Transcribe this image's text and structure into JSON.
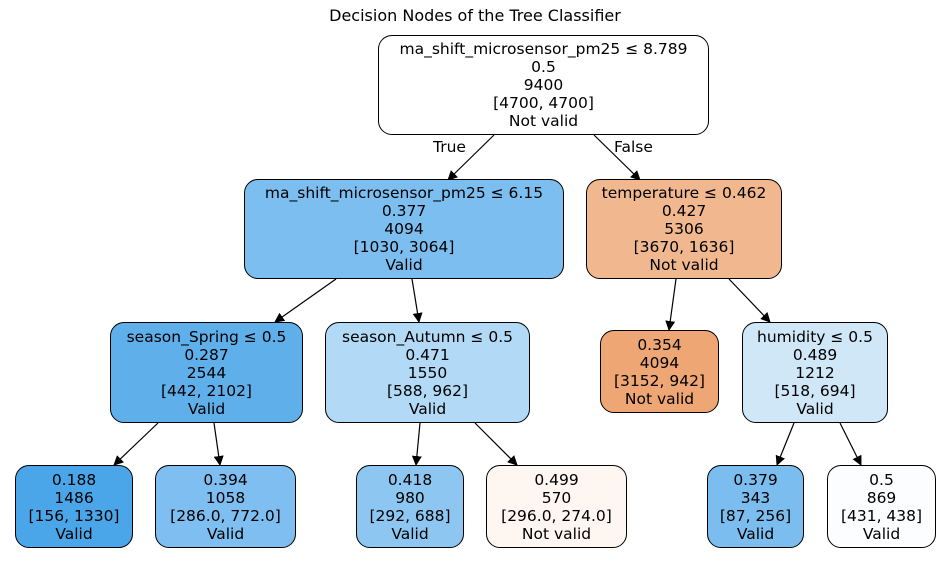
{
  "title": "Decision Nodes of the Tree Classifier",
  "colors": {
    "root": "#ffffff",
    "n1": "#7dbef0",
    "n2": "#f1b890",
    "n3": "#5eafea",
    "n4": "#b2d9f5",
    "n5": "#eda674",
    "n6": "#d0e7f8",
    "n7": "#4aa6e8",
    "n8": "#7fbef0",
    "n9": "#8dc6f1",
    "n10": "#fdf6f1",
    "n11": "#7bbdee",
    "n12": "#fcfdff"
  },
  "edges": {
    "true_label": "True",
    "false_label": "False"
  },
  "nodes": {
    "root": [
      "ma_shift_microsensor_pm25 ≤ 8.789",
      "0.5",
      "9400",
      "[4700, 4700]",
      "Not valid"
    ],
    "n1": [
      "ma_shift_microsensor_pm25 ≤ 6.15",
      "0.377",
      "4094",
      "[1030, 3064]",
      "Valid"
    ],
    "n2": [
      "temperature ≤ 0.462",
      "0.427",
      "5306",
      "[3670, 1636]",
      "Not valid"
    ],
    "n3": [
      "season_Spring ≤ 0.5",
      "0.287",
      "2544",
      "[442, 2102]",
      "Valid"
    ],
    "n4": [
      "season_Autumn ≤ 0.5",
      "0.471",
      "1550",
      "[588, 962]",
      "Valid"
    ],
    "n5": [
      "0.354",
      "4094",
      "[3152, 942]",
      "Not valid"
    ],
    "n6": [
      "humidity ≤ 0.5",
      "0.489",
      "1212",
      "[518, 694]",
      "Valid"
    ],
    "n7": [
      "0.188",
      "1486",
      "[156, 1330]",
      "Valid"
    ],
    "n8": [
      "0.394",
      "1058",
      "[286.0, 772.0]",
      "Valid"
    ],
    "n9": [
      "0.418",
      "980",
      "[292, 688]",
      "Valid"
    ],
    "n10": [
      "0.499",
      "570",
      "[296.0, 274.0]",
      "Not valid"
    ],
    "n11": [
      "0.379",
      "343",
      "[87, 256]",
      "Valid"
    ],
    "n12": [
      "0.5",
      "869",
      "[431, 438]",
      "Valid"
    ]
  }
}
